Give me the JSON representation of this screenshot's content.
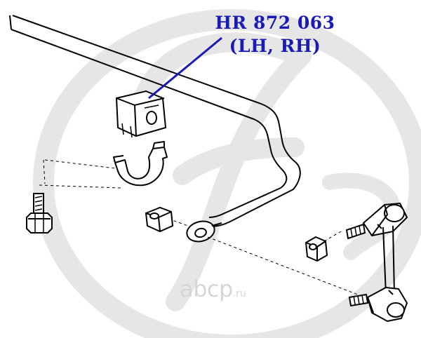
{
  "callout": {
    "part_number": "HR 872 063",
    "side": "(LH, RH)",
    "color": "#1a1ab4"
  },
  "watermark": {
    "site_main": "abcp",
    "site_tld": ".ru",
    "logo": "stylized-hs-logo"
  },
  "drawing": {
    "line_color": "#000000",
    "watermark_color": "#d6d6d6"
  }
}
